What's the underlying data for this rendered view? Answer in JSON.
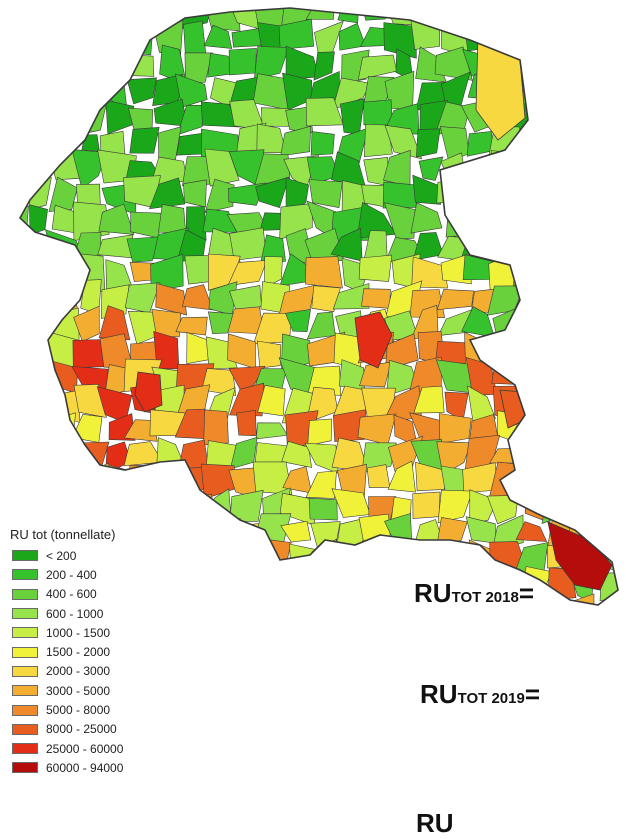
{
  "legend": {
    "title": "RU tot (tonnellate)",
    "classes": [
      {
        "label": "< 200",
        "color": "#1aa81a"
      },
      {
        "label": "200 - 400",
        "color": "#36c22c"
      },
      {
        "label": "400 - 600",
        "color": "#68d13c"
      },
      {
        "label": "600 - 1000",
        "color": "#97e34c"
      },
      {
        "label": "1000 - 1500",
        "color": "#c6ee44"
      },
      {
        "label": "1500 - 2000",
        "color": "#f0f23a"
      },
      {
        "label": "2000 - 3000",
        "color": "#f8d840"
      },
      {
        "label": "3000 - 5000",
        "color": "#f3ad31"
      },
      {
        "label": "5000 - 8000",
        "color": "#ee8a2a"
      },
      {
        "label": "8000 - 25000",
        "color": "#e85d1f"
      },
      {
        "label": "25000 - 60000",
        "color": "#e32d16"
      },
      {
        "label": "60000 - 94000",
        "color": "#b50c0c"
      }
    ]
  },
  "totals": [
    {
      "prefix": "RU",
      "sub": "TOT 2018",
      "suffix": "="
    },
    {
      "prefix": "RU",
      "sub": "TOT 2019",
      "suffix": "="
    },
    {
      "prefix": "RU",
      "sub": "",
      "suffix": ""
    }
  ],
  "map": {
    "region_outline_color": "#3a3a3a"
  }
}
